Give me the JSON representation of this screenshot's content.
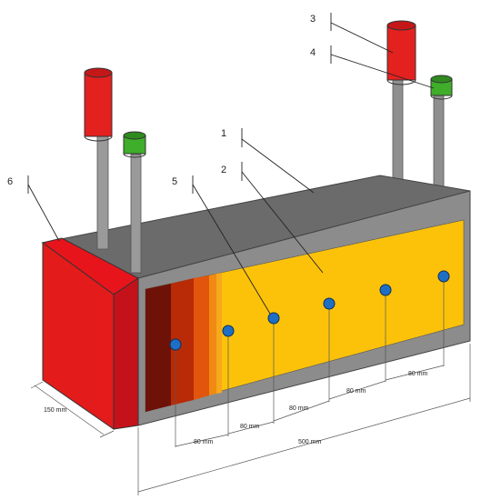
{
  "callouts": {
    "c1": "1",
    "c2": "2",
    "c3": "3",
    "c4": "4",
    "c5": "5",
    "c6": "6"
  },
  "dimensions": {
    "width": "150 mm",
    "length": "500 mm",
    "spacing": [
      "80 mm",
      "80 mm",
      "80 mm",
      "80 mm",
      "80 mm"
    ]
  },
  "colors": {
    "casing_top": "#6b6b6b",
    "casing_frame": "#8c8c8c",
    "heating_end": "#e8141b",
    "fuel_bed": "#fcc20a",
    "reaction_zone": [
      "#6e1208",
      "#b82b06",
      "#e2550c",
      "#f08a12",
      "#f7a81c"
    ],
    "thermocouple": "#1e6fc4",
    "red_cylinder": "#e3211f",
    "green_cylinder": "#3fae2a",
    "pipe": "#9a9a9a"
  },
  "thermocouple_count": 6
}
